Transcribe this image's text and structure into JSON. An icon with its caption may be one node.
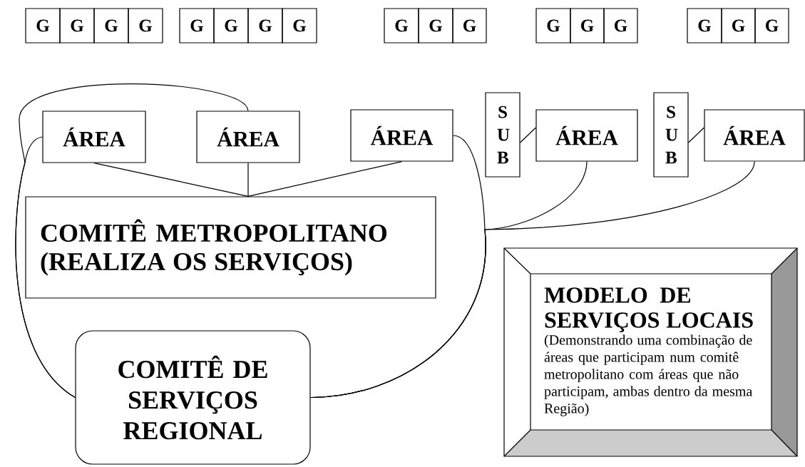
{
  "diagram": {
    "nodes": [
      {
        "text": [
          "G"
        ]
      },
      {
        "text": [
          "G"
        ]
      },
      {
        "text": [
          "G"
        ]
      },
      {
        "text": [
          "G"
        ]
      },
      {
        "text": [
          "G"
        ]
      },
      {
        "text": [
          "G"
        ]
      },
      {
        "text": [
          "G"
        ]
      },
      {
        "text": [
          "G"
        ]
      },
      {
        "text": [
          "G"
        ]
      },
      {
        "text": [
          "G"
        ]
      },
      {
        "text": [
          "G"
        ]
      },
      {
        "text": [
          "G"
        ]
      },
      {
        "text": [
          "G"
        ]
      },
      {
        "text": [
          "G"
        ]
      },
      {
        "text": [
          "G"
        ]
      },
      {
        "text": [
          "G"
        ]
      },
      {
        "text": [
          "G"
        ]
      },
      {
        "text": [
          "ÁREA"
        ]
      },
      {
        "text": [
          "ÁREA"
        ]
      },
      {
        "text": [
          "ÁREA"
        ]
      },
      {
        "text": [
          "S U B"
        ]
      },
      {
        "text": [
          "ÁREA"
        ]
      },
      {
        "text": [
          "S U B"
        ]
      },
      {
        "text": [
          "ÁREA"
        ]
      },
      {
        "text": [
          "COMITÊ METROPOLITANO (REALIZA OS SERVIÇOS)"
        ]
      },
      {
        "text": [
          "MODELO DE SERVIÇOS LOCAIS",
          "(Demonstrando uma combinação de áreas que participam num comitê metropolitano com áreas que não participam, ambas dentro da mesma Região)"
        ]
      },
      {
        "text": [
          "COMITÊ DE SERVIÇOS REGIONAL"
        ]
      }
    ],
    "edges": [
      {
        "from": 17,
        "to": 24,
        "arrow": "none"
      },
      {
        "from": 18,
        "to": 24,
        "arrow": "none"
      },
      {
        "from": 19,
        "to": 24,
        "arrow": "none"
      },
      {
        "from": 20,
        "to": 21,
        "arrow": "none"
      },
      {
        "from": 22,
        "to": 23,
        "arrow": "none"
      },
      {
        "from": 18,
        "to": 26,
        "arrow": "none"
      },
      {
        "from": 17,
        "to": 26,
        "arrow": "none"
      },
      {
        "from": 19,
        "to": 26,
        "arrow": "none"
      },
      {
        "from": 21,
        "to": 26,
        "arrow": "none"
      },
      {
        "from": 23,
        "to": 26,
        "arrow": "none"
      }
    ]
  }
}
